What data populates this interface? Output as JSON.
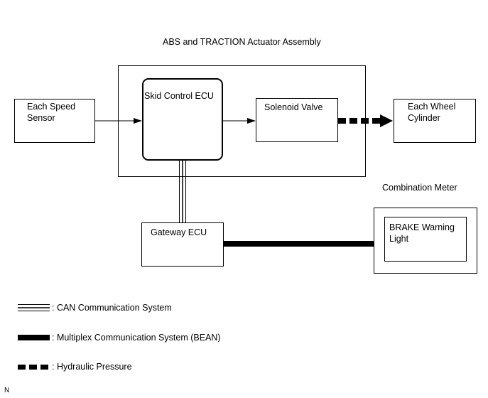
{
  "assembly_title": "ABS and TRACTION Actuator Assembly",
  "combination_meter_label": "Combination Meter",
  "blocks": {
    "speed_sensor": "Each Speed\nSensor",
    "skid_control_ecu": "Skid Control ECU",
    "solenoid_valve": "Solenoid Valve",
    "wheel_cylinder": "Each Wheel\nCylinder",
    "gateway_ecu": "Gateway ECU",
    "brake_warning_light": "BRAKE Warning\nLight"
  },
  "legend": {
    "can": ": CAN Communication System",
    "multiplex": ": Multiplex Communication System (BEAN)",
    "hydraulic": ": Hydraulic Pressure"
  },
  "corner_mark": "N",
  "colors": {
    "line": "#000000",
    "background": "#ffffff"
  }
}
